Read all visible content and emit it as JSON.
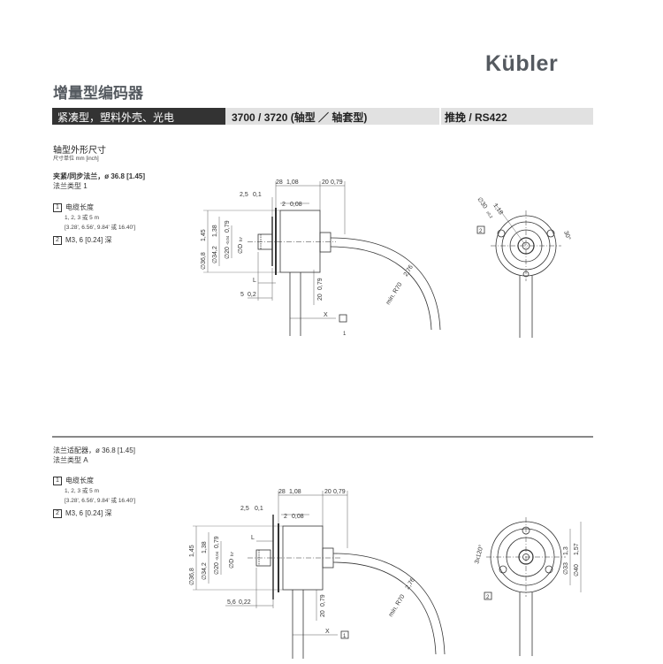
{
  "header": {
    "brand": "Kübler",
    "title": "增量型编码器"
  },
  "bar": {
    "left": "紧凑型，塑料外壳、光电",
    "middle": "3700 / 3720 (轴型 ／ 轴套型)",
    "right": "推挽 / RS422"
  },
  "section": {
    "title": "轴型外形尺寸",
    "unit": "尺寸单位 mm [inch]"
  },
  "block1": {
    "flange": "夹紧/同步法兰，ø 36.8 [1.45]",
    "flange_type": "法兰类型 1",
    "note1_num": "1",
    "note1_label": "电缆长度",
    "note1_values": "1, 2, 3 或 5 m",
    "note1_inch": "[3.28', 6.56', 9.84' 或 16.40']",
    "note2_num": "2",
    "note2_label": "M3, 6 [0.24] 深"
  },
  "block2": {
    "flange": "法兰适配器，ø 36.8 [1.45]",
    "flange_type": "法兰类型 A",
    "note1_num": "1",
    "note1_label": "电缆长度",
    "note1_values": "1, 2, 3 或 5 m",
    "note1_inch": "[3.28', 6.56', 9.84' 或 16.40']",
    "note2_num": "2",
    "note2_label": "M3, 6 [0.24] 深"
  },
  "drawing1": {
    "d_28": "28",
    "d_108": "1,08",
    "d_20a": "20",
    "d_079a": "0,79",
    "d_25": "2,5",
    "d_01": "0,1",
    "d_2": "2",
    "d_008": "0,08",
    "d_368": "∅36,8",
    "d_145": "1,45",
    "d_342": "∅34,2",
    "d_138": "1,38",
    "d_20": "∅20",
    "d_tol": "-0,04",
    "d_079b": "0,79",
    "d_D": "∅D",
    "d_h7": "h7",
    "d_L": "L",
    "d_5": "5",
    "d_02": "0,2",
    "d_20b": "20",
    "d_079c": "0,79",
    "d_X": "X",
    "d_1": "1",
    "d_R70": "min. R70",
    "d_276": "2,76",
    "d_30": "∅30",
    "d_tol30": "±0,2",
    "d_118": "1,18",
    "d_30deg": "30°",
    "d_2num": "2"
  },
  "drawing2": {
    "d_28": "28",
    "d_108": "1,08",
    "d_20a": "20",
    "d_079a": "0,79",
    "d_25": "2,5",
    "d_01": "0,1",
    "d_2": "2",
    "d_008": "0,08",
    "d_368": "∅36,8",
    "d_145": "1,45",
    "d_342": "∅34,2",
    "d_138": "1,38",
    "d_20": "∅20",
    "d_tol": "-0,04",
    "d_079b": "0,79",
    "d_D": "∅D",
    "d_h7": "h7",
    "d_L": "L",
    "d_56": "5,6",
    "d_022": "0,22",
    "d_20b": "20",
    "d_079c": "0,79",
    "d_X": "X",
    "d_1": "1",
    "d_R70": "min. R70",
    "d_276": "2,76",
    "d_3x120": "3x120°",
    "d_33": "∅33",
    "d_13": "1,3",
    "d_40": "∅40",
    "d_157": "1,57",
    "d_2num": "2"
  }
}
